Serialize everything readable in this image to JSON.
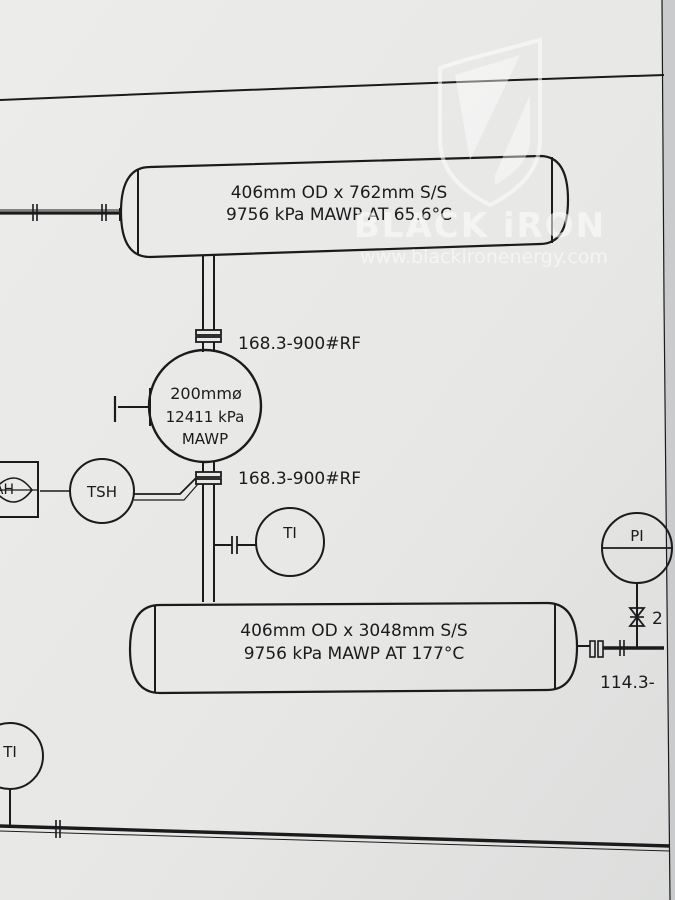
{
  "watermark": {
    "brand": "BLACK iRON",
    "url": "www.blackironenergy.com",
    "icon": "shield-logo-icon"
  },
  "top_vessel": {
    "line1": "406mm OD x 762mm S/S",
    "line2": "9756 kPa MAWP AT 65.6°C"
  },
  "filter": {
    "line1": "200mmø",
    "line2": "12411 kPa",
    "line3": "MAWP"
  },
  "flanges": {
    "upper": "168.3-900#RF",
    "lower": "168.3-900#RF"
  },
  "instruments": {
    "tsh": "TSH",
    "ti_mid": "TI",
    "pi": "PI",
    "ti_left": "TI",
    "ah_partial": "AH"
  },
  "bottom_vessel": {
    "line1": "406mm OD x 3048mm S/S",
    "line2": "9756 kPa MAWP AT 177°C"
  },
  "partial_labels": {
    "outlet_line": "114.3-",
    "valve_size": "2"
  },
  "colors": {
    "paper": "#e9e9e7",
    "ink": "#1b1b1d",
    "watermark": "#ffffff"
  }
}
